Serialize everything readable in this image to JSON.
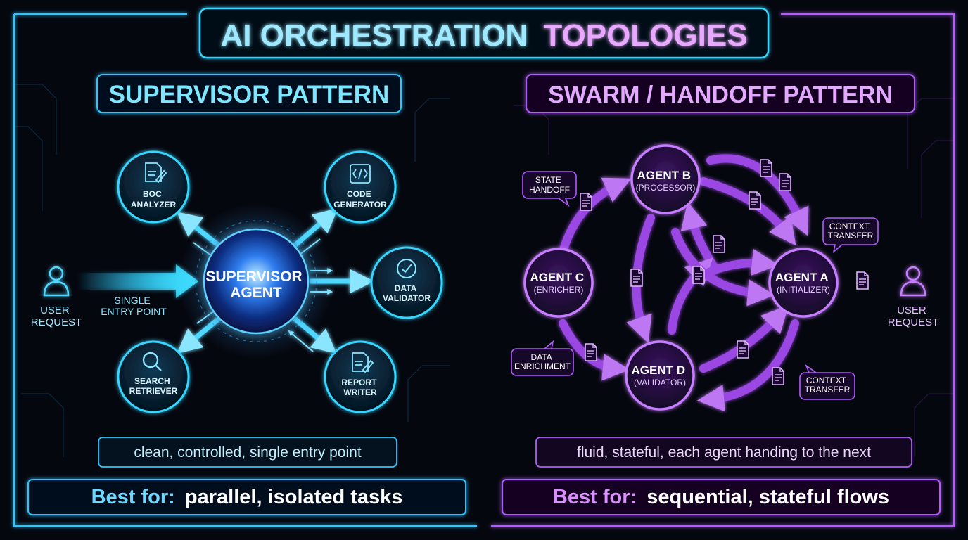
{
  "title": {
    "part1": "AI ORCHESTRATION",
    "part2": "TOPOLOGIES"
  },
  "colors": {
    "cyan": "#29c8ff",
    "magenta": "#b25cff",
    "background": "#05070f"
  },
  "supervisor": {
    "heading": "SUPERVISOR PATTERN",
    "hub": {
      "line1": "SUPERVISOR",
      "line2": "AGENT"
    },
    "user": {
      "line1": "USER",
      "line2": "REQUEST",
      "icon": "user-icon"
    },
    "entry": {
      "line1": "SINGLE",
      "line2": "ENTRY POINT"
    },
    "nodes": [
      {
        "line1": "BOC",
        "line2": "ANALYZER",
        "icon": "document-edit-icon"
      },
      {
        "line1": "CODE",
        "line2": "GENERATOR",
        "icon": "code-icon"
      },
      {
        "line1": "DATA",
        "line2": "VALIDATOR",
        "icon": "check-circle-icon"
      },
      {
        "line1": "SEARCH",
        "line2": "RETRIEVER",
        "icon": "search-icon"
      },
      {
        "line1": "REPORT",
        "line2": "WRITER",
        "icon": "document-edit-icon"
      }
    ],
    "caption": "clean, controlled, single entry point",
    "best_label": "Best for:",
    "best_value": "parallel, isolated tasks"
  },
  "swarm": {
    "heading": "SWARM / HANDOFF PATTERN",
    "agents": [
      {
        "name": "AGENT B",
        "role": "(PROCESSOR)"
      },
      {
        "name": "AGENT C",
        "role": "(ENRICHER)"
      },
      {
        "name": "AGENT A",
        "role": "(INITIALIZER)"
      },
      {
        "name": "AGENT D",
        "role": "(VALIDATOR)"
      }
    ],
    "bubbles": [
      {
        "line1": "STATE",
        "line2": "HANDOFF"
      },
      {
        "line1": "CONTEXT",
        "line2": "TRANSFER"
      },
      {
        "line1": "DATA",
        "line2": "ENRICHMENT"
      },
      {
        "line1": "CONTEXT",
        "line2": "TRANSFER"
      }
    ],
    "user": {
      "line1": "USER",
      "line2": "REQUEST",
      "icon": "user-icon"
    },
    "caption": "fluid, stateful, each agent handing to the next",
    "best_label": "Best for:",
    "best_value": "sequential, stateful flows"
  }
}
